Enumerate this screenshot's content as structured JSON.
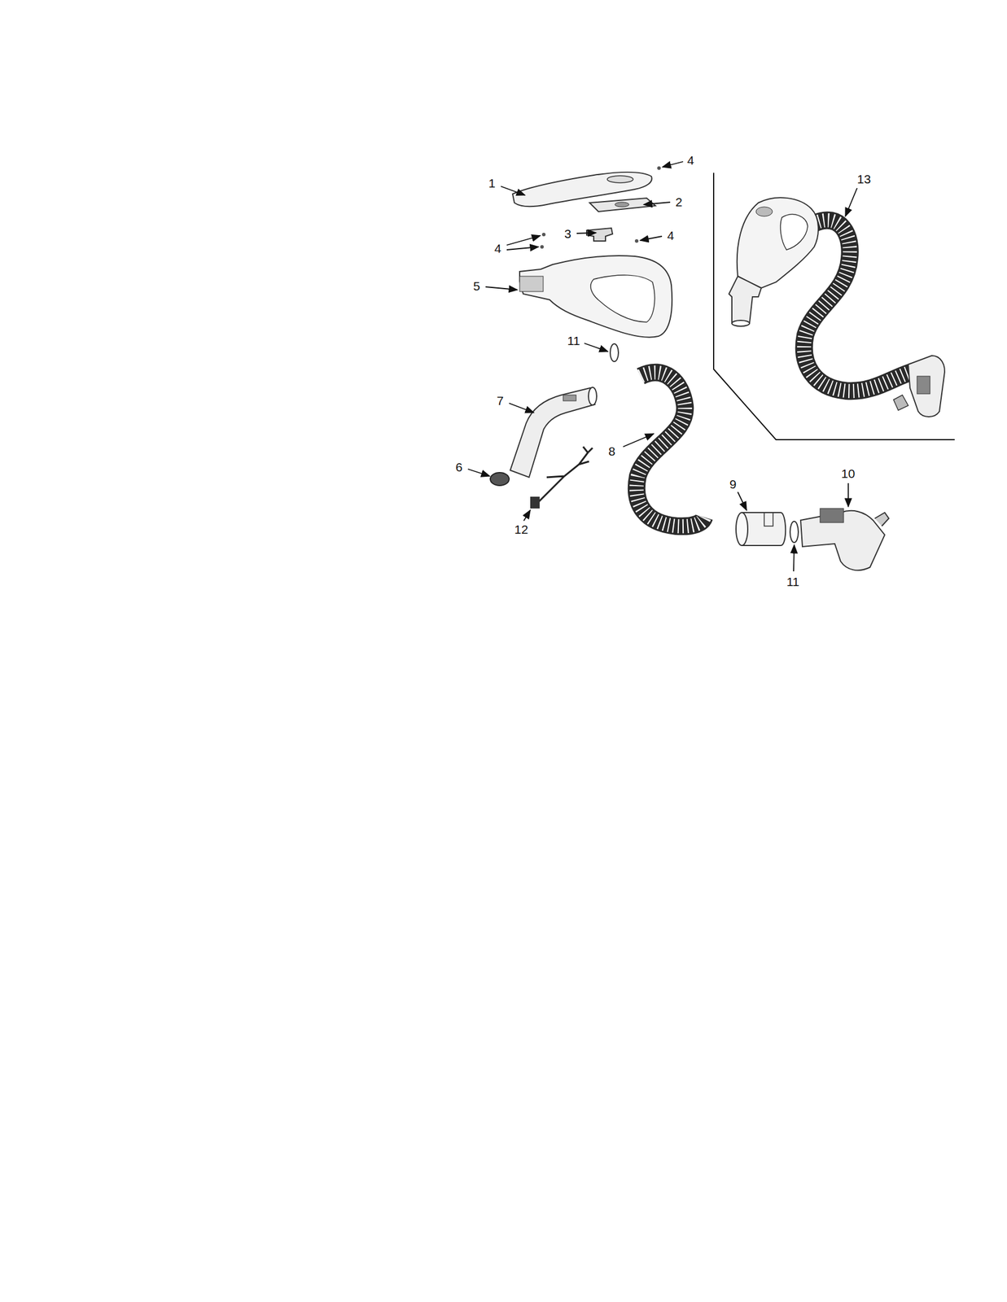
{
  "diagram": {
    "labels": [
      "4",
      "1",
      "13",
      "2",
      "4",
      "3",
      "4",
      "5",
      "11",
      "7",
      "8",
      "6",
      "12",
      "10",
      "9",
      "11"
    ]
  }
}
